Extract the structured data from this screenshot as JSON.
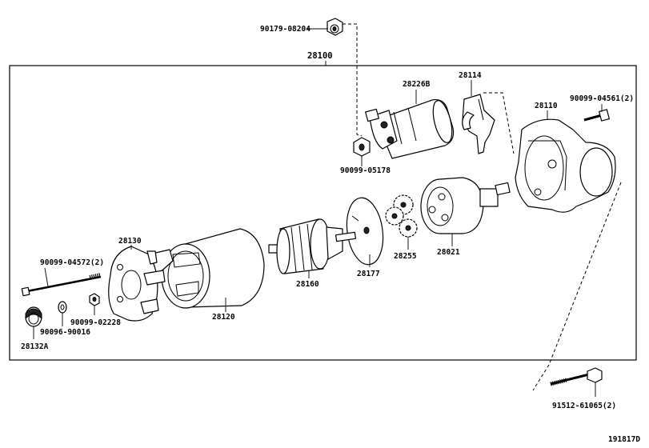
{
  "assembly_label": "28100",
  "footer_code": "191817D",
  "parts": [
    {
      "id": "p_90179",
      "label": "90179-08204"
    },
    {
      "id": "p_28100",
      "label": "28100"
    },
    {
      "id": "p_28226",
      "label": "28226B"
    },
    {
      "id": "p_28114",
      "label": "28114"
    },
    {
      "id": "p_90099_04561",
      "label": "90099-04561(2)"
    },
    {
      "id": "p_28110",
      "label": "28110"
    },
    {
      "id": "p_90099_05178",
      "label": "90099-05178"
    },
    {
      "id": "p_28130",
      "label": "28130"
    },
    {
      "id": "p_90099_04572",
      "label": "90099-04572(2)"
    },
    {
      "id": "p_28160",
      "label": "28160"
    },
    {
      "id": "p_28177",
      "label": "28177"
    },
    {
      "id": "p_28255",
      "label": "28255"
    },
    {
      "id": "p_28021",
      "label": "28021"
    },
    {
      "id": "p_90099_02228",
      "label": "90099-02228"
    },
    {
      "id": "p_90096_90016",
      "label": "90096-90016"
    },
    {
      "id": "p_28120",
      "label": "28120"
    },
    {
      "id": "p_28132",
      "label": "28132A"
    },
    {
      "id": "p_91512",
      "label": "91512-61065(2)"
    }
  ]
}
